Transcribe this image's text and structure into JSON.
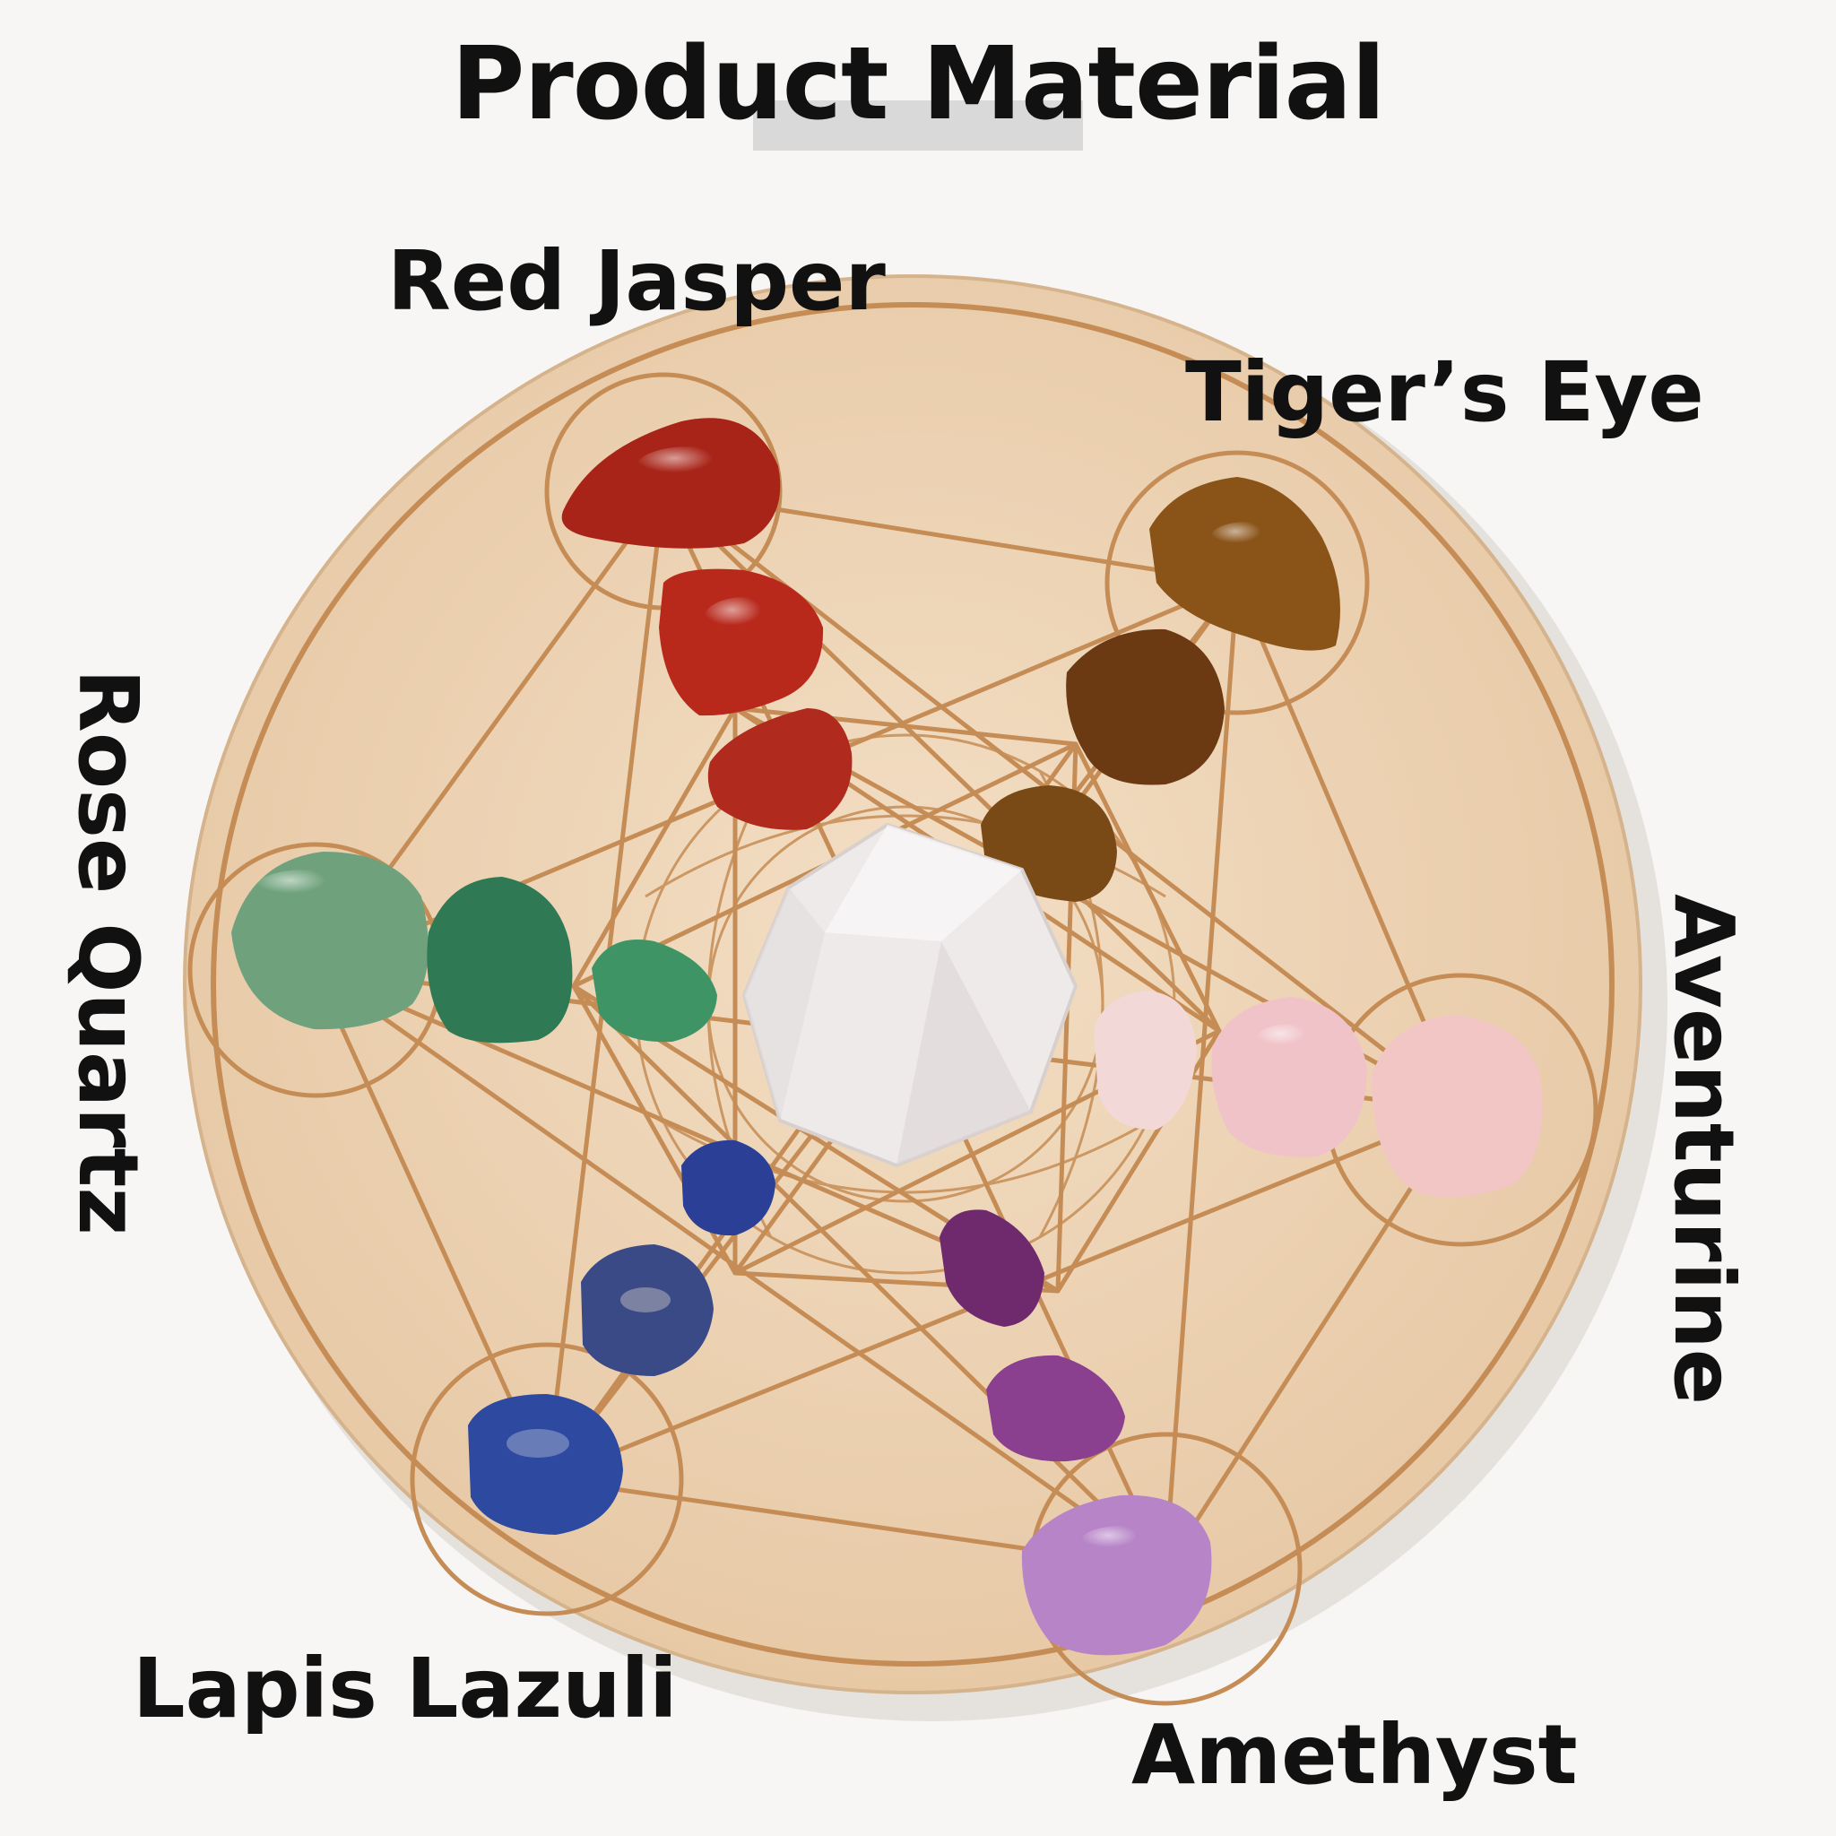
{
  "title": "Product Material",
  "labels": {
    "red_jasper": "Red Jasper",
    "tigers_eye": "Tiger’s Eye",
    "rose_quartz": "Rose Quartz",
    "aventurine": "Aventurine",
    "lapis_lazuli": "Lapis Lazuli",
    "amethyst": "Amethyst"
  },
  "colors": {
    "background": "#f7f6f4",
    "wood": "#edd3b3",
    "engraving": "#c58d55",
    "red_jasper": "#b8291c",
    "tigers_eye": "#8a5318",
    "green_aventurine": "#2f7a54",
    "rose_quartz": "#f0c3c8",
    "lapis_lazuli": "#2a3f95",
    "amethyst": "#8a3f8f",
    "clear_quartz": "#eeeaea"
  }
}
